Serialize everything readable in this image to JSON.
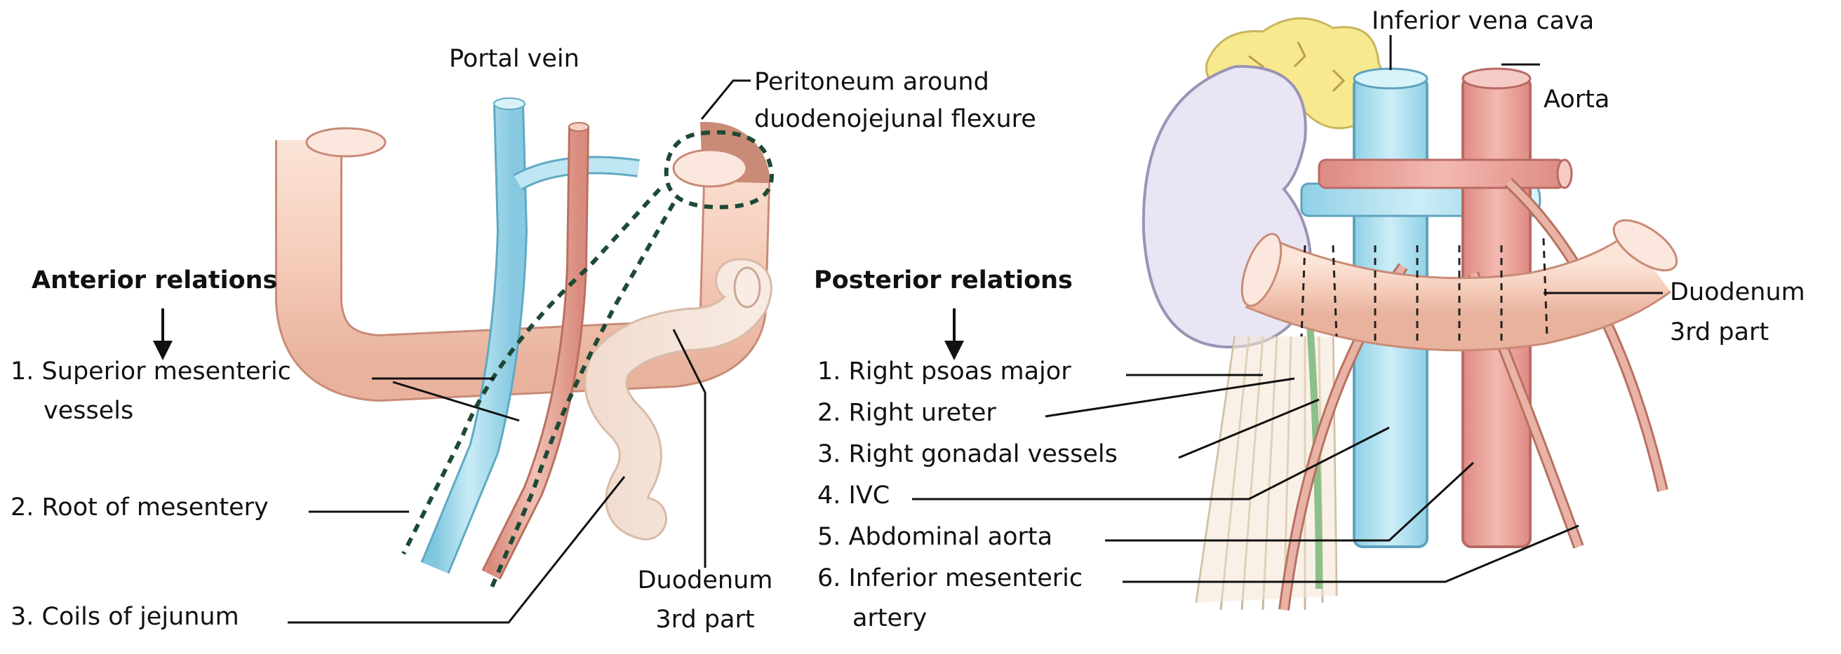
{
  "anterior": {
    "heading": "Anterior relations",
    "top_labels": {
      "portal_vein": "Portal vein",
      "peritoneum": "Peritoneum around",
      "peritoneum_2": "duodenojejunal flexure"
    },
    "items": [
      {
        "num": "1.",
        "line1": "Superior mesenteric",
        "line2": "vessels"
      },
      {
        "num": "2.",
        "line1": "Root of mesentery"
      },
      {
        "num": "3.",
        "line1": "Coils of jejunum"
      }
    ],
    "duodenum_label": "Duodenum",
    "duodenum_label_2": "3rd part"
  },
  "posterior": {
    "heading": "Posterior relations",
    "top_labels": {
      "ivc": "Inferior vena cava",
      "aorta": "Aorta"
    },
    "items": [
      {
        "num": "1.",
        "line1": "Right psoas major"
      },
      {
        "num": "2.",
        "line1": "Right ureter"
      },
      {
        "num": "3.",
        "line1": "Right gonadal vessels"
      },
      {
        "num": "4.",
        "line1": "IVC"
      },
      {
        "num": "5.",
        "line1": "Abdominal aorta"
      },
      {
        "num": "6.",
        "line1": "Inferior mesenteric",
        "line2": "artery"
      }
    ],
    "duodenum_label": "Duodenum",
    "duodenum_label_2": "3rd part"
  },
  "colors": {
    "duodenum": "#f6d2c2",
    "portal_vein": "#aee0ef",
    "artery": "#e8a99c",
    "kidney": "#e8e4f4",
    "adrenal": "#f8e98e",
    "peritoneum_dash": "#1d4a35",
    "ivc": "#a9dcee",
    "aorta": "#ea9a94"
  }
}
